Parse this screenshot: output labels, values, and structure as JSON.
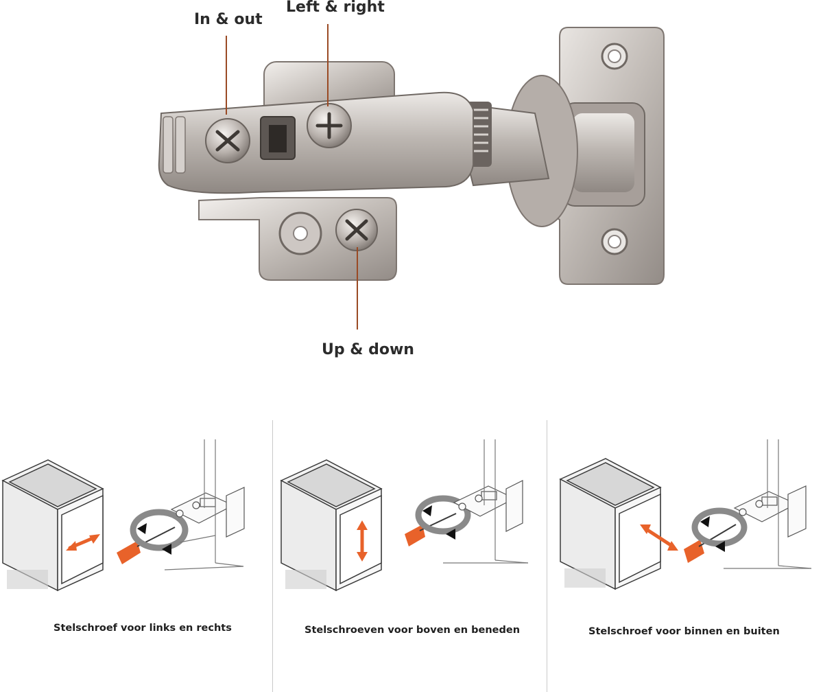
{
  "hinge": {
    "labels": {
      "in_out": "In & out",
      "left_right": "Left & right",
      "up_down": "Up & down"
    }
  },
  "panels": [
    {
      "caption": "Stelschroef voor links en rechts"
    },
    {
      "caption": "Stelschroeven voor boven en beneden"
    },
    {
      "caption": "Stelschroef voor binnen en buiten"
    }
  ],
  "colors": {
    "accent": "#e8622a",
    "leader": "#9a4a24",
    "metal": "#c9c4c0"
  }
}
